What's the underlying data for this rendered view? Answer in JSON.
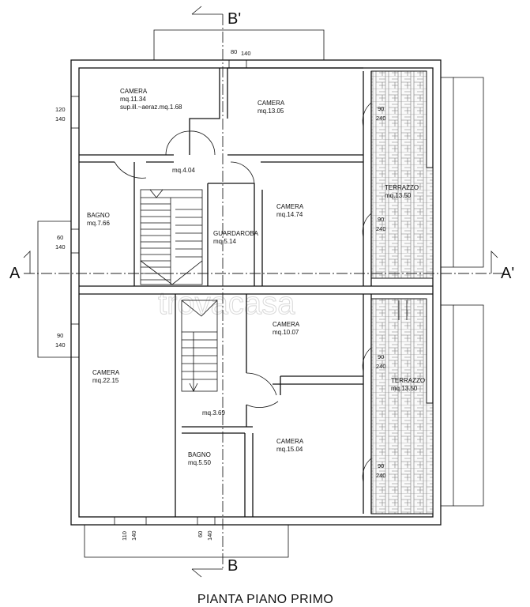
{
  "title": "PIANTA PIANO PRIMO",
  "watermark": "trovacasa",
  "sections": {
    "b_top": "B'",
    "b_bottom": "B",
    "a_left": "A",
    "a_right": "A'"
  },
  "rooms": {
    "camera_1": {
      "name": "CAMERA",
      "area": "mq.11.34",
      "extra": "sup.ill.~aeraz.mq.1.68"
    },
    "camera_2": {
      "name": "CAMERA",
      "area": "mq.13.05"
    },
    "disimpegno_1": {
      "area": "mq.4.04"
    },
    "bagno_1": {
      "name": "BAGNO",
      "area": "mq.7.66"
    },
    "guardaroba": {
      "name": "GUARDAROBA",
      "area": "mq.5.14"
    },
    "camera_3": {
      "name": "CAMERA",
      "area": "mq.14.74"
    },
    "terrazzo_1": {
      "name": "TERRAZZO",
      "area": "mq.13.50"
    },
    "camera_4": {
      "name": "CAMERA",
      "area": "mq.10.07"
    },
    "camera_5": {
      "name": "CAMERA",
      "area": "mq.22.15"
    },
    "terrazzo_2": {
      "name": "TERRAZZO",
      "area": "mq.13.50"
    },
    "disimpegno_2": {
      "area": "mq.3.69"
    },
    "bagno_2": {
      "name": "BAGNO",
      "area": "mq.5.50"
    },
    "camera_6": {
      "name": "CAMERA",
      "area": "mq.15.04"
    }
  },
  "windows": {
    "w_top": {
      "w": "80",
      "h": "140"
    },
    "w_left_1": {
      "w": "120",
      "h": "140"
    },
    "w_left_2": {
      "w": "60",
      "h": "140"
    },
    "w_left_3": {
      "w": "90",
      "h": "140"
    },
    "w_right_1": {
      "w": "90",
      "h": "240"
    },
    "w_right_2": {
      "w": "90",
      "h": "240"
    },
    "w_right_3": {
      "w": "90",
      "h": "240"
    },
    "w_right_4": {
      "w": "90",
      "h": "240"
    },
    "w_bottom_1": {
      "w": "110",
      "h": "140"
    },
    "w_bottom_2": {
      "w": "60",
      "h": "140"
    }
  }
}
